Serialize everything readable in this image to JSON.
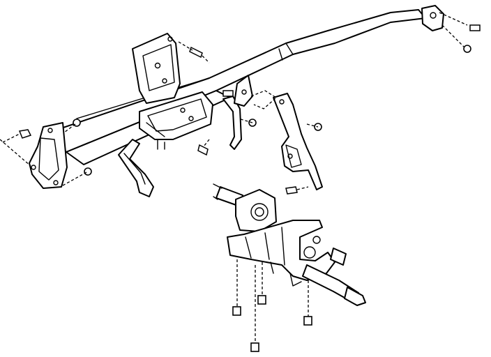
{
  "diagram": {
    "colors": {
      "ink": "#000000",
      "paper": "#ffffff"
    },
    "parts": [
      "instrument-panel-reinforcement-beam",
      "center-mounting-bracket",
      "left-end-bracket",
      "lower-support-brace",
      "right-side-bracket",
      "steering-column-assembly",
      "mounting-bolts",
      "mounting-nuts"
    ]
  }
}
